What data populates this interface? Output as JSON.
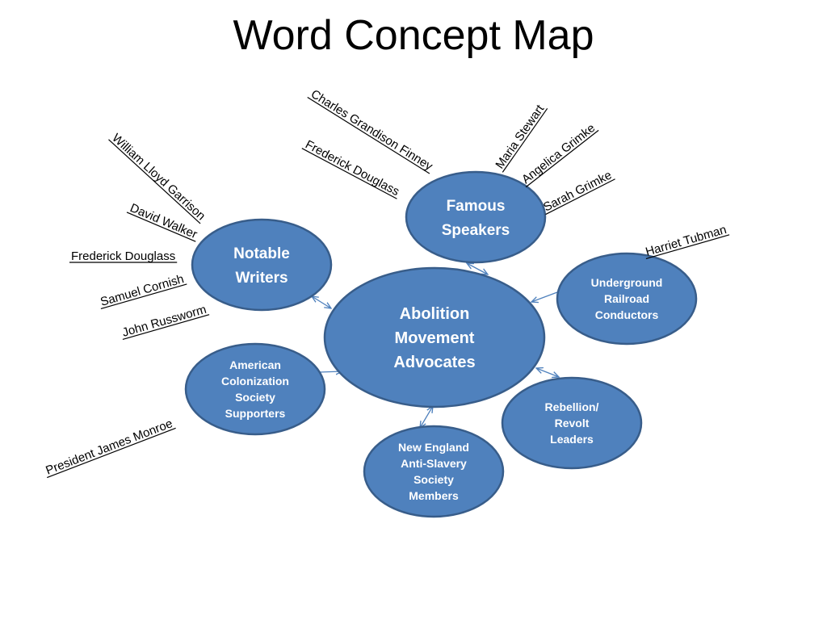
{
  "title": "Word Concept Map",
  "colors": {
    "node_fill": "#4F81BD",
    "node_stroke": "#385D8A",
    "connector": "#4F81BD",
    "text_dark": "#000000",
    "text_light": "#FFFFFF"
  },
  "center": {
    "lines": [
      "Abolition",
      "Movement",
      "Advocates"
    ]
  },
  "categories": {
    "writers": {
      "lines": [
        "Notable",
        "Writers"
      ],
      "members": [
        "William Lloyd Garrison",
        "David Walker",
        "Frederick Douglass",
        "Samuel Cornish",
        "John Russworm"
      ]
    },
    "speakers": {
      "lines": [
        "Famous",
        "Speakers"
      ],
      "members": [
        "Charles Grandison Finney",
        "Frederick Douglass",
        "Maria Stewart",
        "Angelica Grimke",
        "Sarah Grimke"
      ]
    },
    "railroad": {
      "lines": [
        "Underground",
        "Railroad",
        "Conductors"
      ],
      "members": [
        "Harriet Tubman"
      ]
    },
    "colonization": {
      "lines": [
        "American",
        "Colonization",
        "Society",
        "Supporters"
      ],
      "members": [
        "President James Monroe"
      ]
    },
    "rebellion": {
      "lines": [
        "Rebellion/",
        "Revolt",
        "Leaders"
      ],
      "members": []
    },
    "newengland": {
      "lines": [
        "New England",
        "Anti-Slavery",
        "Society",
        "Members"
      ],
      "members": []
    }
  }
}
